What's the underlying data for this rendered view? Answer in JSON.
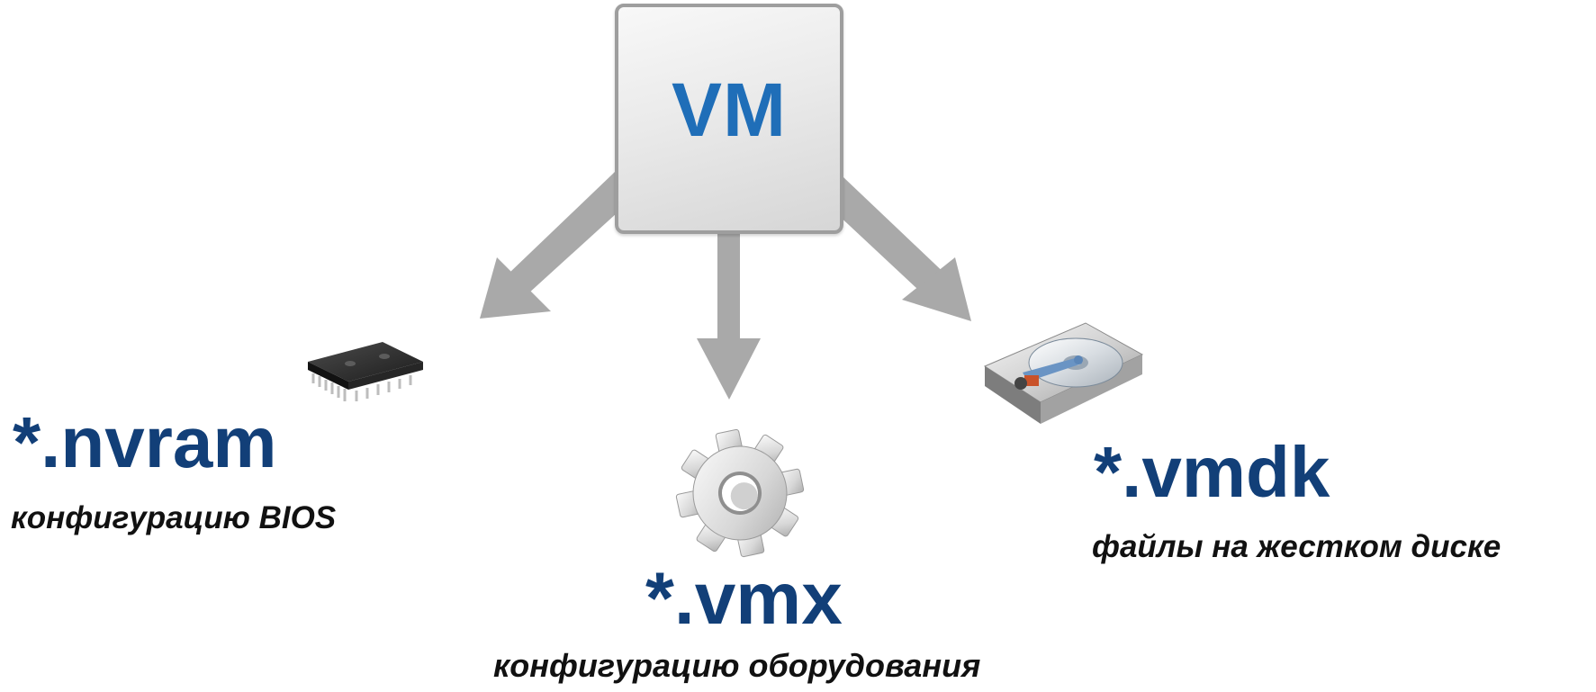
{
  "vm": {
    "label": "VM"
  },
  "items": [
    {
      "icon": "chip-icon",
      "extension": "*.nvram",
      "description": "конфигурацию BIOS"
    },
    {
      "icon": "gear-icon",
      "extension": "*.vmx",
      "description": "конфигурацию оборудования"
    },
    {
      "icon": "hard-drive-icon",
      "extension": "*.vmdk",
      "description": "файлы на жестком диске"
    }
  ],
  "colors": {
    "vm_text": "#1f6eb8",
    "extension_text": "#123f78",
    "arrow": "#a9a9a9",
    "description_text": "#111111"
  }
}
